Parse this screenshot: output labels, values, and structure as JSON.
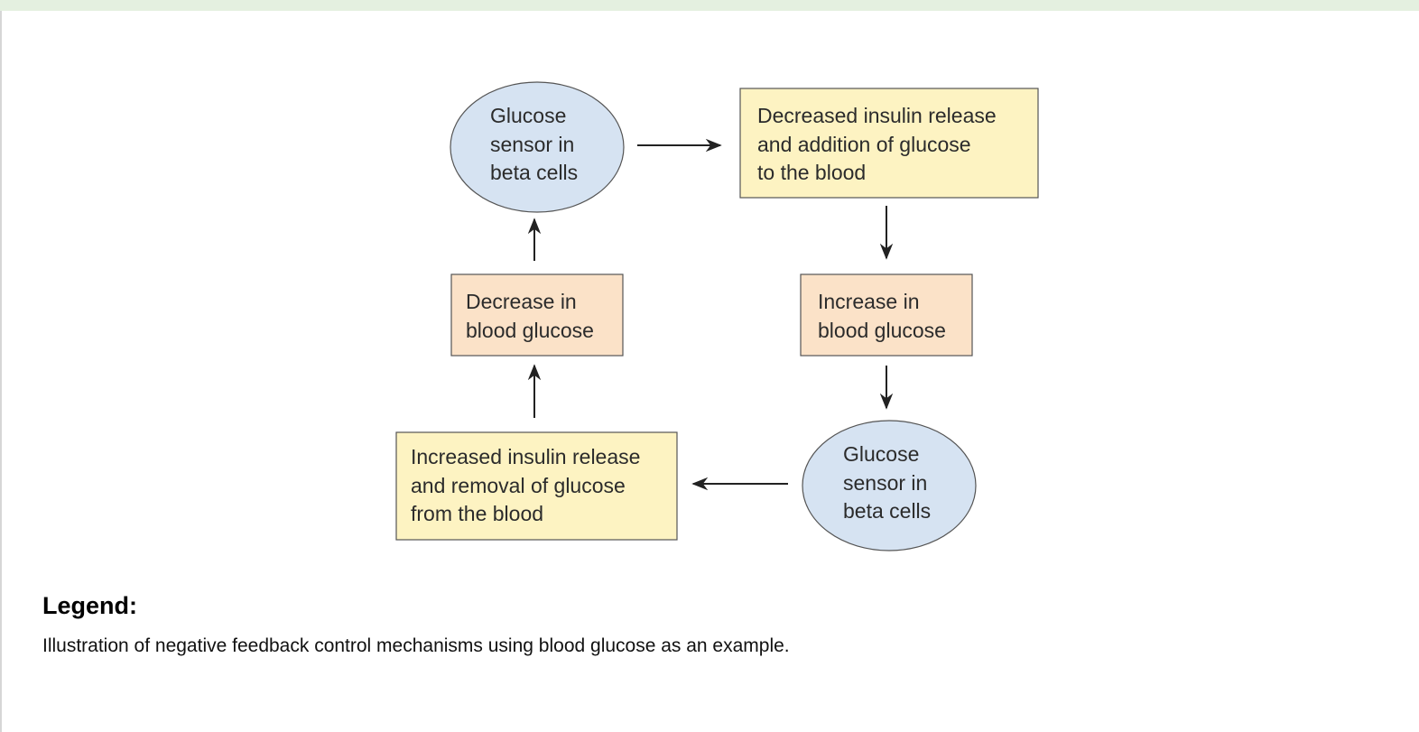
{
  "colors": {
    "sensor_fill": "#d6e3f2",
    "action_fill": "#fdf3c2",
    "state_fill": "#fbe2c8",
    "stroke": "#555555",
    "arrow": "#222222",
    "top_bar": "#e4f0e0"
  },
  "diagram": {
    "sensor_top": [
      "Glucose",
      "sensor in",
      "beta cells"
    ],
    "action_top": [
      "Decreased insulin release",
      "and addition of glucose",
      "to the blood"
    ],
    "state_right": [
      "Increase in",
      "blood glucose"
    ],
    "sensor_bottom": [
      "Glucose",
      "sensor in",
      "beta cells"
    ],
    "action_bottom": [
      "Increased insulin release",
      "and removal of glucose",
      "from the blood"
    ],
    "state_left": [
      "Decrease in",
      "blood glucose"
    ]
  },
  "legend": {
    "title": "Legend:",
    "text": "Illustration of negative feedback control mechanisms using blood glucose as an example."
  }
}
